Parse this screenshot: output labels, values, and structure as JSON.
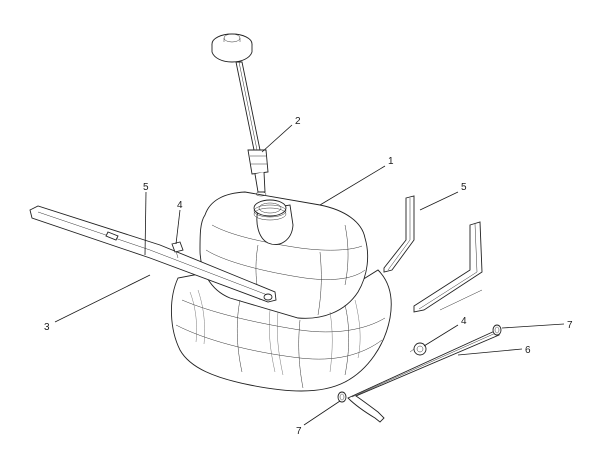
{
  "callouts": {
    "c1": "1",
    "c2": "2",
    "c3": "3",
    "c4a": "4",
    "c4b": "4",
    "c5a": "5",
    "c5b": "5",
    "c6": "6",
    "c7a": "7",
    "c7b": "7"
  }
}
